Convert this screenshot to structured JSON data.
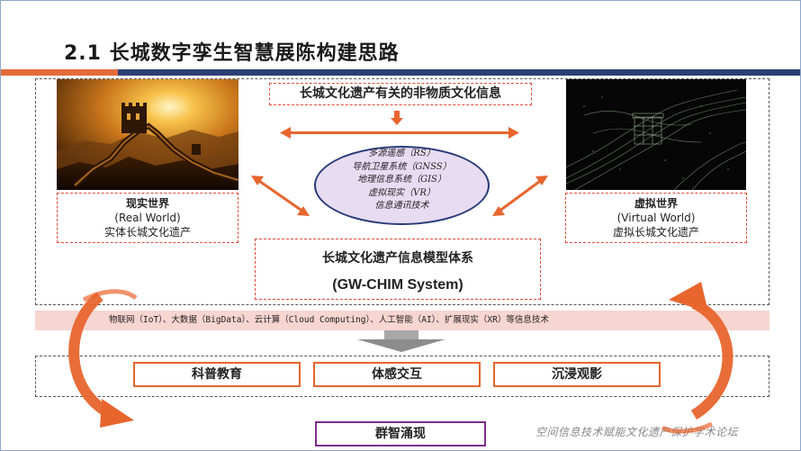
{
  "slide": {
    "title": "2.1 长城数字孪生智慧展陈构建思路"
  },
  "top_info": "长城文化遗产有关的非物质文化信息",
  "technologies": [
    "多源遥感（RS）",
    "导航卫星系统（GNSS）",
    "地理信息系统（GIS）",
    "虚拟现实（VR）",
    "信息通讯技术"
  ],
  "real_world": {
    "title": "现实世界",
    "english": "(Real World)",
    "desc": "实体长城文化遗产"
  },
  "virtual_world": {
    "title": "虚拟世界",
    "english": "(Virtual World)",
    "desc": "虚拟长城文化遗产"
  },
  "model": {
    "name_cn": "长城文化遗产信息模型体系",
    "name_en": "(GW-CHIM System)"
  },
  "tech_band": "物联网（IoT）、大数据（BigData）、云计算（Cloud Computing）、人工智能（AI）、扩展现实（XR）等信息技术",
  "applications": [
    "科普教育",
    "体感交互",
    "沉浸观影"
  ],
  "emergence": "群智涌现",
  "footer": "空间信息技术赋能文化遗产保护学术论坛",
  "colors": {
    "title_bar": "#2c3f74",
    "accent_orange": "#e8652e",
    "dashed_red": "#e04a3a",
    "ellipse_fill": "#e8dcf2",
    "ellipse_border": "#2a3c7a",
    "band_fill": "#f7d5d1",
    "emerge_border": "#7b2e8c"
  }
}
